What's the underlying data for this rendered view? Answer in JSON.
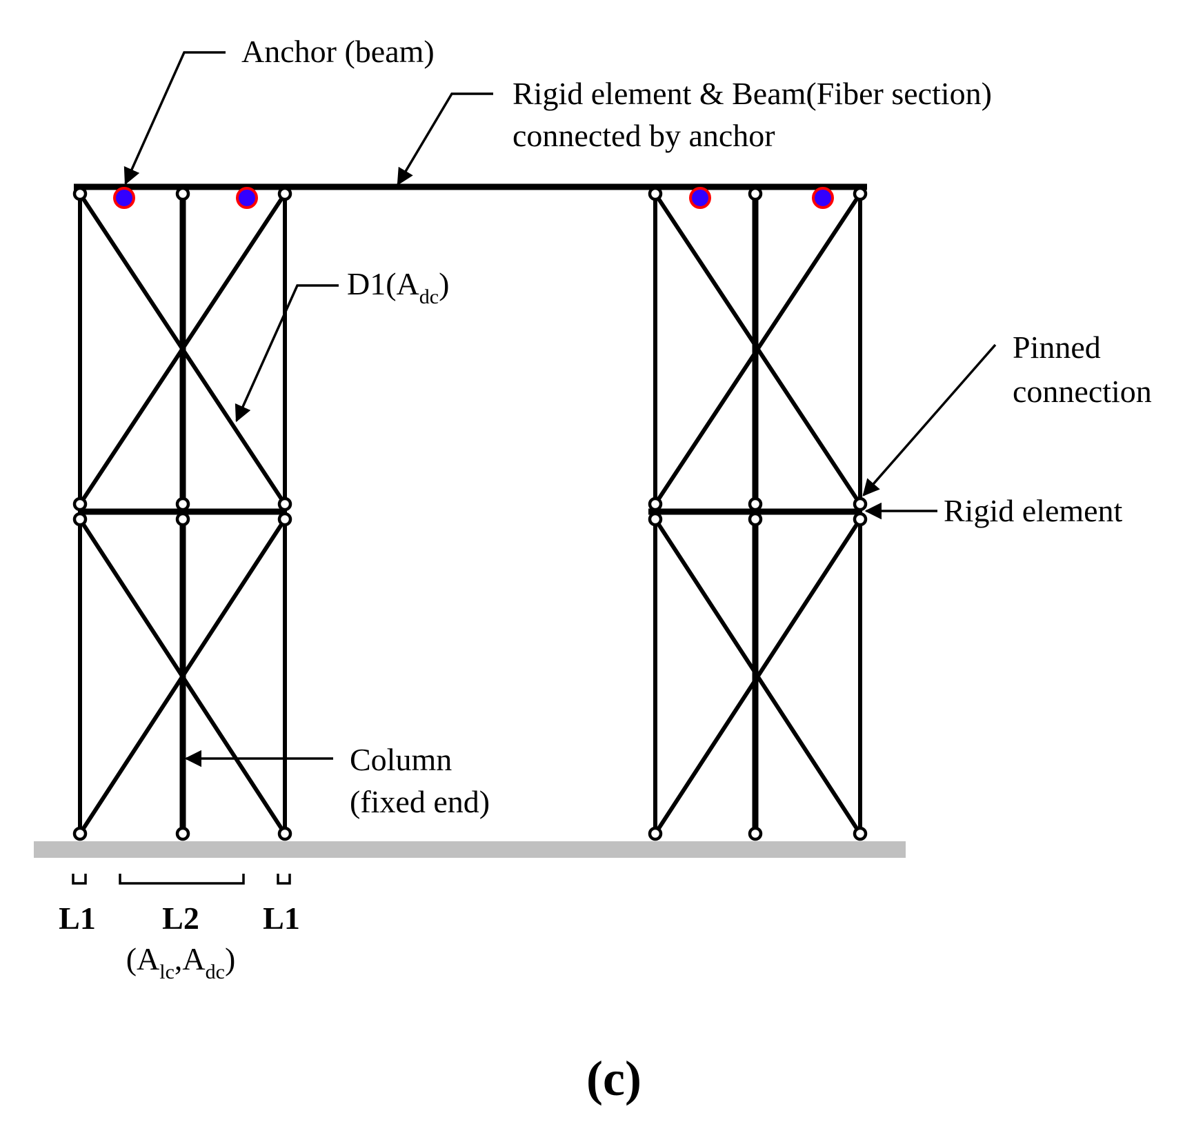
{
  "labels": {
    "anchor_beam": "Anchor (beam)",
    "rigid_beam_line1": "Rigid element & Beam(Fiber section)",
    "rigid_beam_line2": "connected by anchor",
    "d1_main": "D1(A",
    "d1_sub": "dc",
    "d1_close": ")",
    "pinned_line1": "Pinned",
    "pinned_line2": "connection",
    "rigid_element": "Rigid element",
    "column_line1": "Column",
    "column_line2": "(fixed end)",
    "l1_left": "L1",
    "l2": "L2",
    "l1_right": "L1",
    "l2_props_open": "(A",
    "l2_props_sub1": "lc",
    "l2_props_mid": ",A",
    "l2_props_sub2": "dc",
    "l2_props_close": ")",
    "panel": "(c)"
  },
  "colors": {
    "anchor_fill": "#3300ff",
    "anchor_ring": "#ff0000",
    "ground": "#c0c0c0",
    "member": "#000000"
  }
}
